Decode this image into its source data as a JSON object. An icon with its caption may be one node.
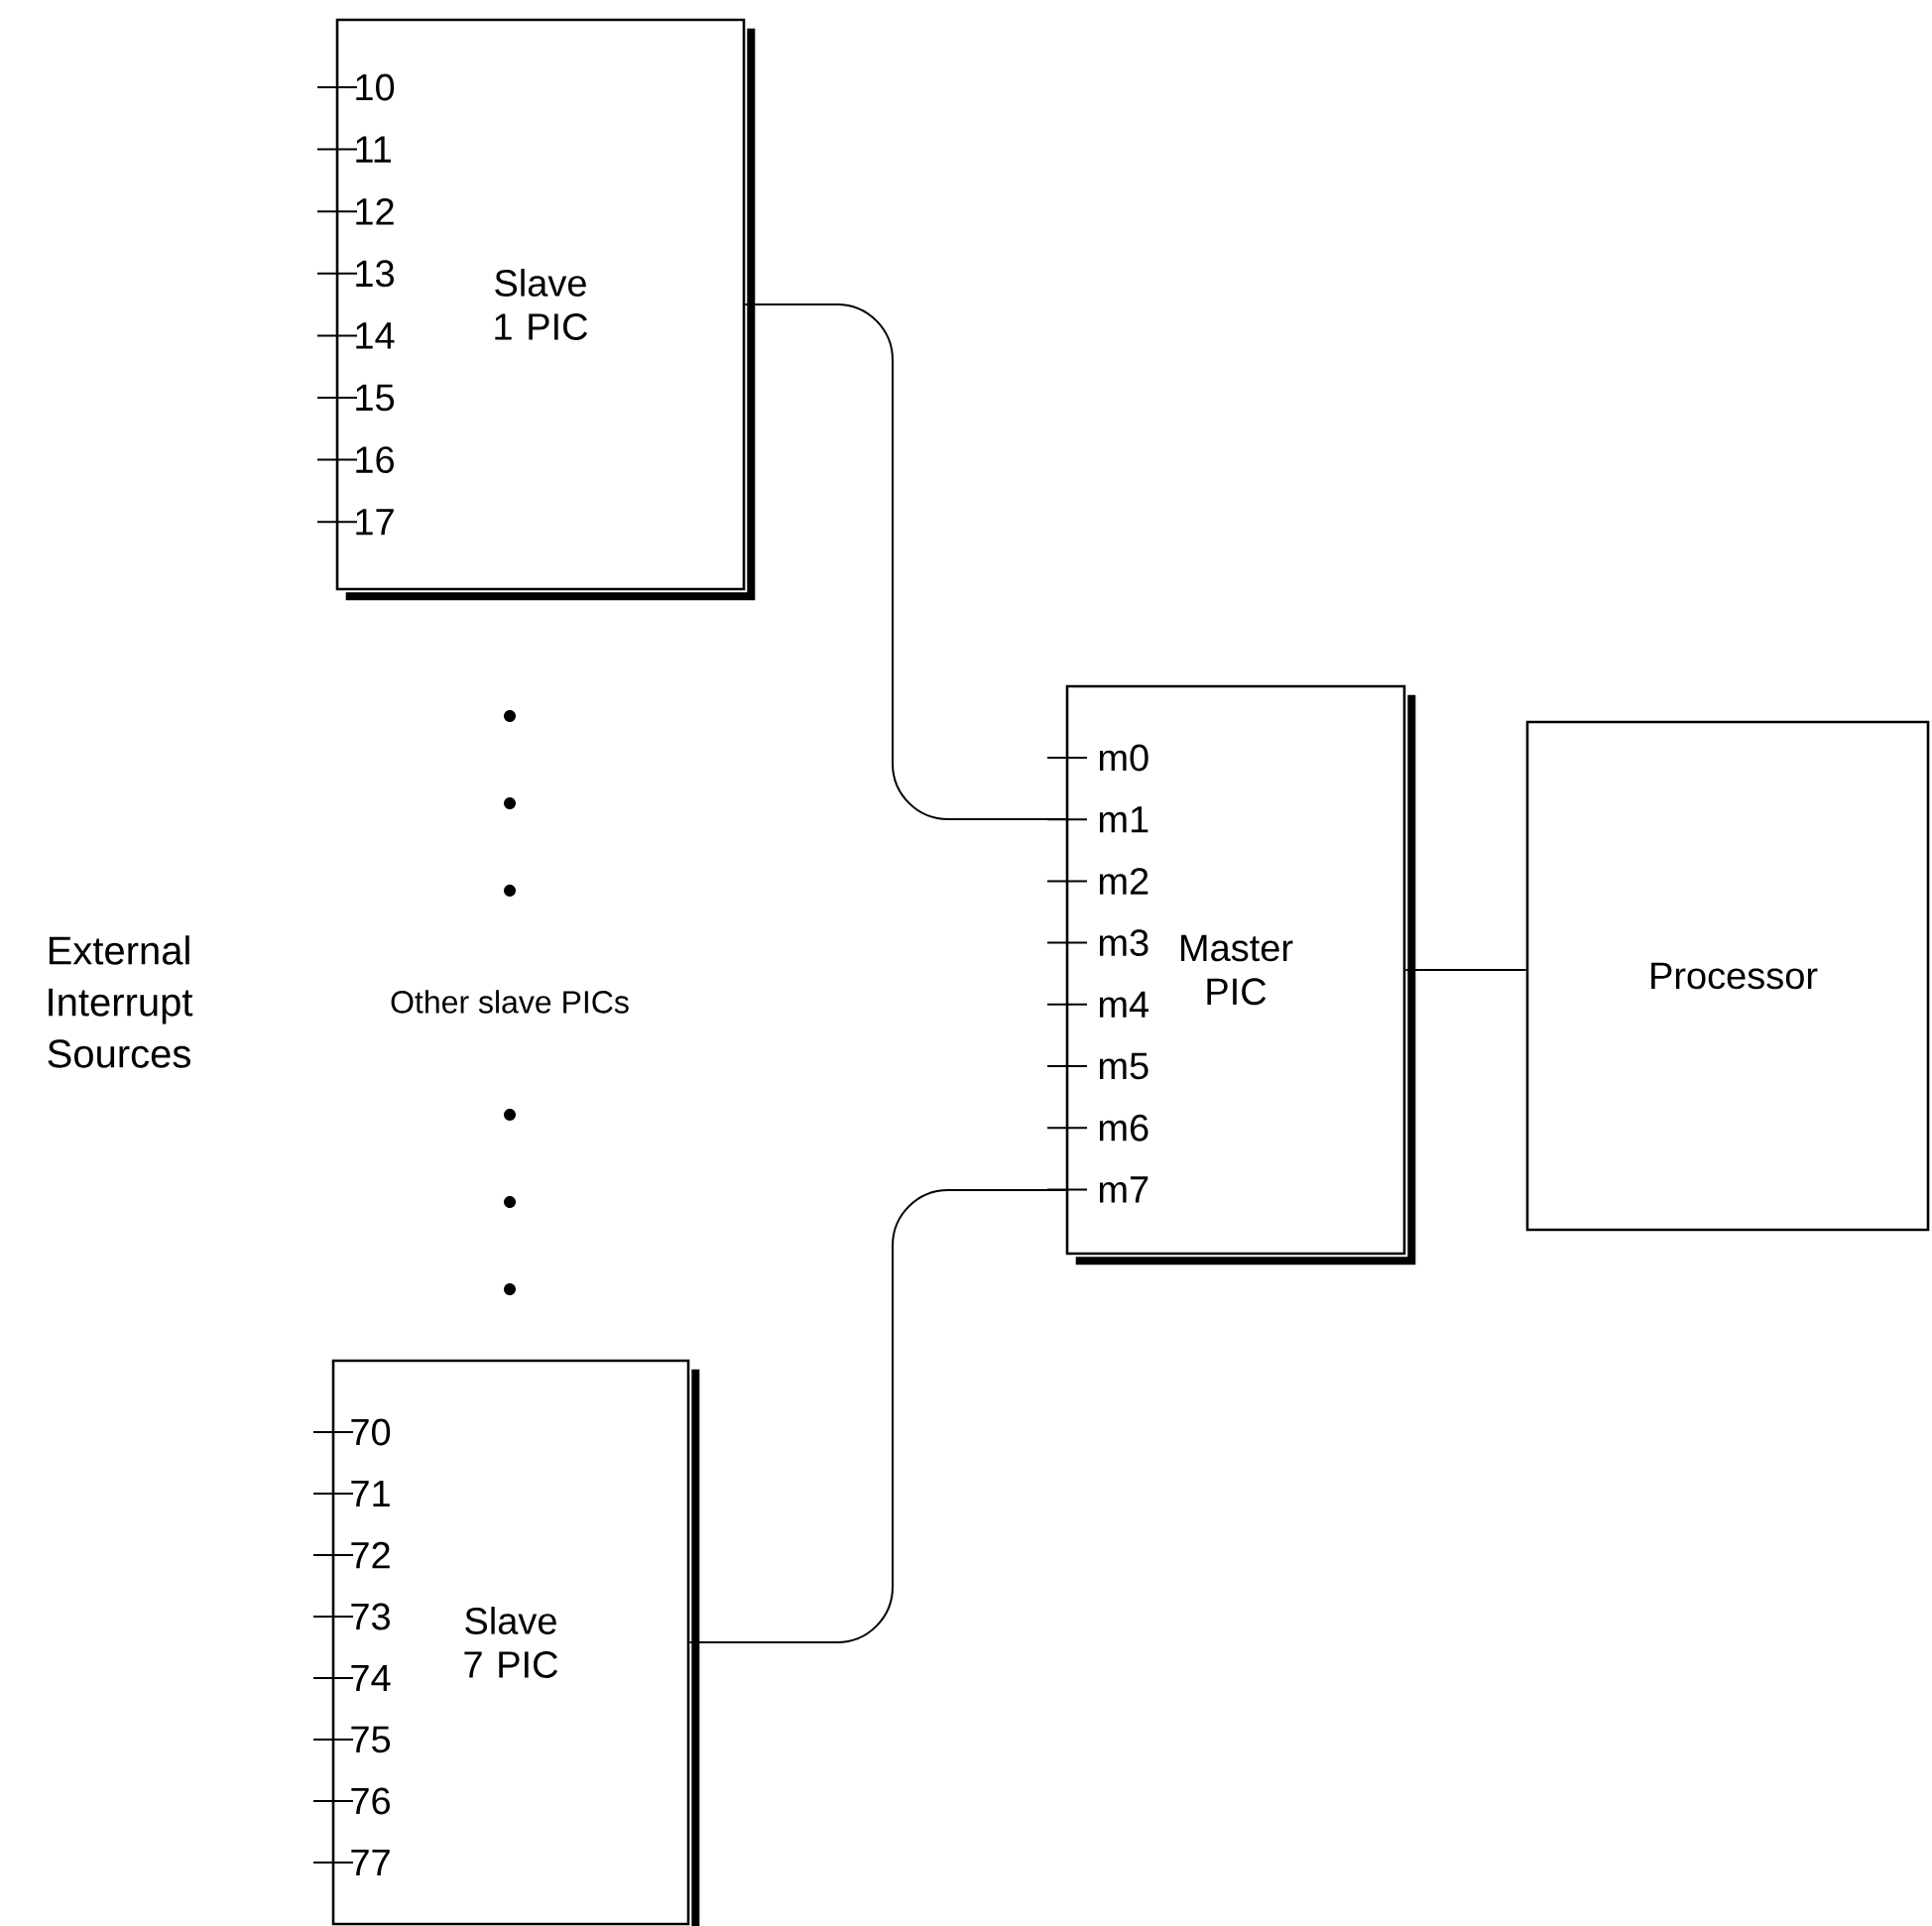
{
  "diagram": {
    "nodes": [
      {
        "text": [
          "Slave 1 PIC"
        ]
      },
      {
        "text": [
          "Master PIC"
        ]
      },
      {
        "text": [
          "Processor"
        ]
      },
      {
        "text": [
          "Slave 7 PIC"
        ]
      }
    ],
    "edges": [
      {
        "from": 0,
        "to": 1,
        "arrow": "none"
      },
      {
        "from": 3,
        "to": 1,
        "arrow": "none"
      },
      {
        "from": 1,
        "to": 2,
        "arrow": "none"
      }
    ],
    "labels": [
      "10",
      "11",
      "12",
      "13",
      "14",
      "15",
      "16",
      "17",
      "External Interrupt Sources",
      "Other slave PICs",
      "m0",
      "m1",
      "m2",
      "m3",
      "m4",
      "m5",
      "m6",
      "m7",
      "70",
      "71",
      "72",
      "73",
      "74",
      "75",
      "76",
      "77"
    ]
  }
}
